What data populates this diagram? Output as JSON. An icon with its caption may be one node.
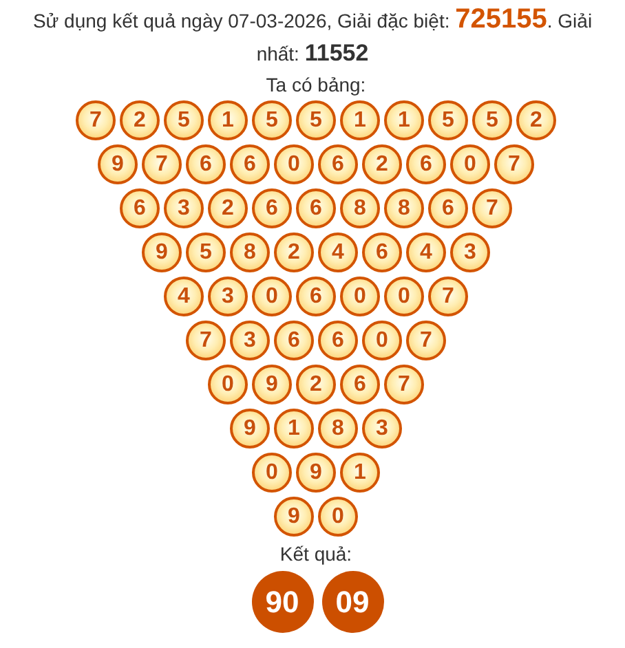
{
  "diagram": {
    "title": "Sử dụng kết quả ngày 07-03-2026, Giải đặc biệt: **725155**. Giải nhất: **11552**",
    "nodes": [
      {
        "text": [
          "7"
        ]
      },
      {
        "text": [
          "2"
        ]
      },
      {
        "text": [
          "5"
        ]
      },
      {
        "text": [
          "1"
        ]
      },
      {
        "text": [
          "5"
        ]
      },
      {
        "text": [
          "5"
        ]
      },
      {
        "text": [
          "1"
        ]
      },
      {
        "text": [
          "1"
        ]
      },
      {
        "text": [
          "5"
        ]
      },
      {
        "text": [
          "5"
        ]
      },
      {
        "text": [
          "2"
        ]
      },
      {
        "text": [
          "9"
        ]
      },
      {
        "text": [
          "7"
        ]
      },
      {
        "text": [
          "6"
        ]
      },
      {
        "text": [
          "6"
        ]
      },
      {
        "text": [
          "0"
        ]
      },
      {
        "text": [
          "6"
        ]
      },
      {
        "text": [
          "2"
        ]
      },
      {
        "text": [
          "6"
        ]
      },
      {
        "text": [
          "0"
        ]
      },
      {
        "text": [
          "7"
        ]
      },
      {
        "text": [
          "6"
        ]
      },
      {
        "text": [
          "3"
        ]
      },
      {
        "text": [
          "2"
        ]
      },
      {
        "text": [
          "6"
        ]
      },
      {
        "text": [
          "6"
        ]
      },
      {
        "text": [
          "8"
        ]
      },
      {
        "text": [
          "8"
        ]
      },
      {
        "text": [
          "6"
        ]
      },
      {
        "text": [
          "7"
        ]
      },
      {
        "text": [
          "9"
        ]
      },
      {
        "text": [
          "5"
        ]
      },
      {
        "text": [
          "8"
        ]
      },
      {
        "text": [
          "2"
        ]
      },
      {
        "text": [
          "4"
        ]
      },
      {
        "text": [
          "6"
        ]
      },
      {
        "text": [
          "4"
        ]
      },
      {
        "text": [
          "3"
        ]
      },
      {
        "text": [
          "4"
        ]
      },
      {
        "text": [
          "3"
        ]
      },
      {
        "text": [
          "0"
        ]
      },
      {
        "text": [
          "6"
        ]
      },
      {
        "text": [
          "0"
        ]
      },
      {
        "text": [
          "0"
        ]
      },
      {
        "text": [
          "7"
        ]
      },
      {
        "text": [
          "7"
        ]
      },
      {
        "text": [
          "3"
        ]
      },
      {
        "text": [
          "6"
        ]
      },
      {
        "text": [
          "6"
        ]
      },
      {
        "text": [
          "0"
        ]
      },
      {
        "text": [
          "7"
        ]
      },
      {
        "text": [
          "0"
        ]
      },
      {
        "text": [
          "9"
        ]
      },
      {
        "text": [
          "2"
        ]
      },
      {
        "text": [
          "6"
        ]
      },
      {
        "text": [
          "7"
        ]
      },
      {
        "text": [
          "9"
        ]
      },
      {
        "text": [
          "1"
        ]
      },
      {
        "text": [
          "8"
        ]
      },
      {
        "text": [
          "3"
        ]
      },
      {
        "text": [
          "0"
        ]
      },
      {
        "text": [
          "9"
        ]
      },
      {
        "text": [
          "1"
        ]
      },
      {
        "text": [
          "9"
        ]
      },
      {
        "text": [
          "0"
        ]
      },
      {
        "text": [
          "90"
        ]
      },
      {
        "text": [
          "09"
        ]
      }
    ],
    "labels": [
      "Ta có bảng:",
      "Kết quả:"
    ]
  }
}
